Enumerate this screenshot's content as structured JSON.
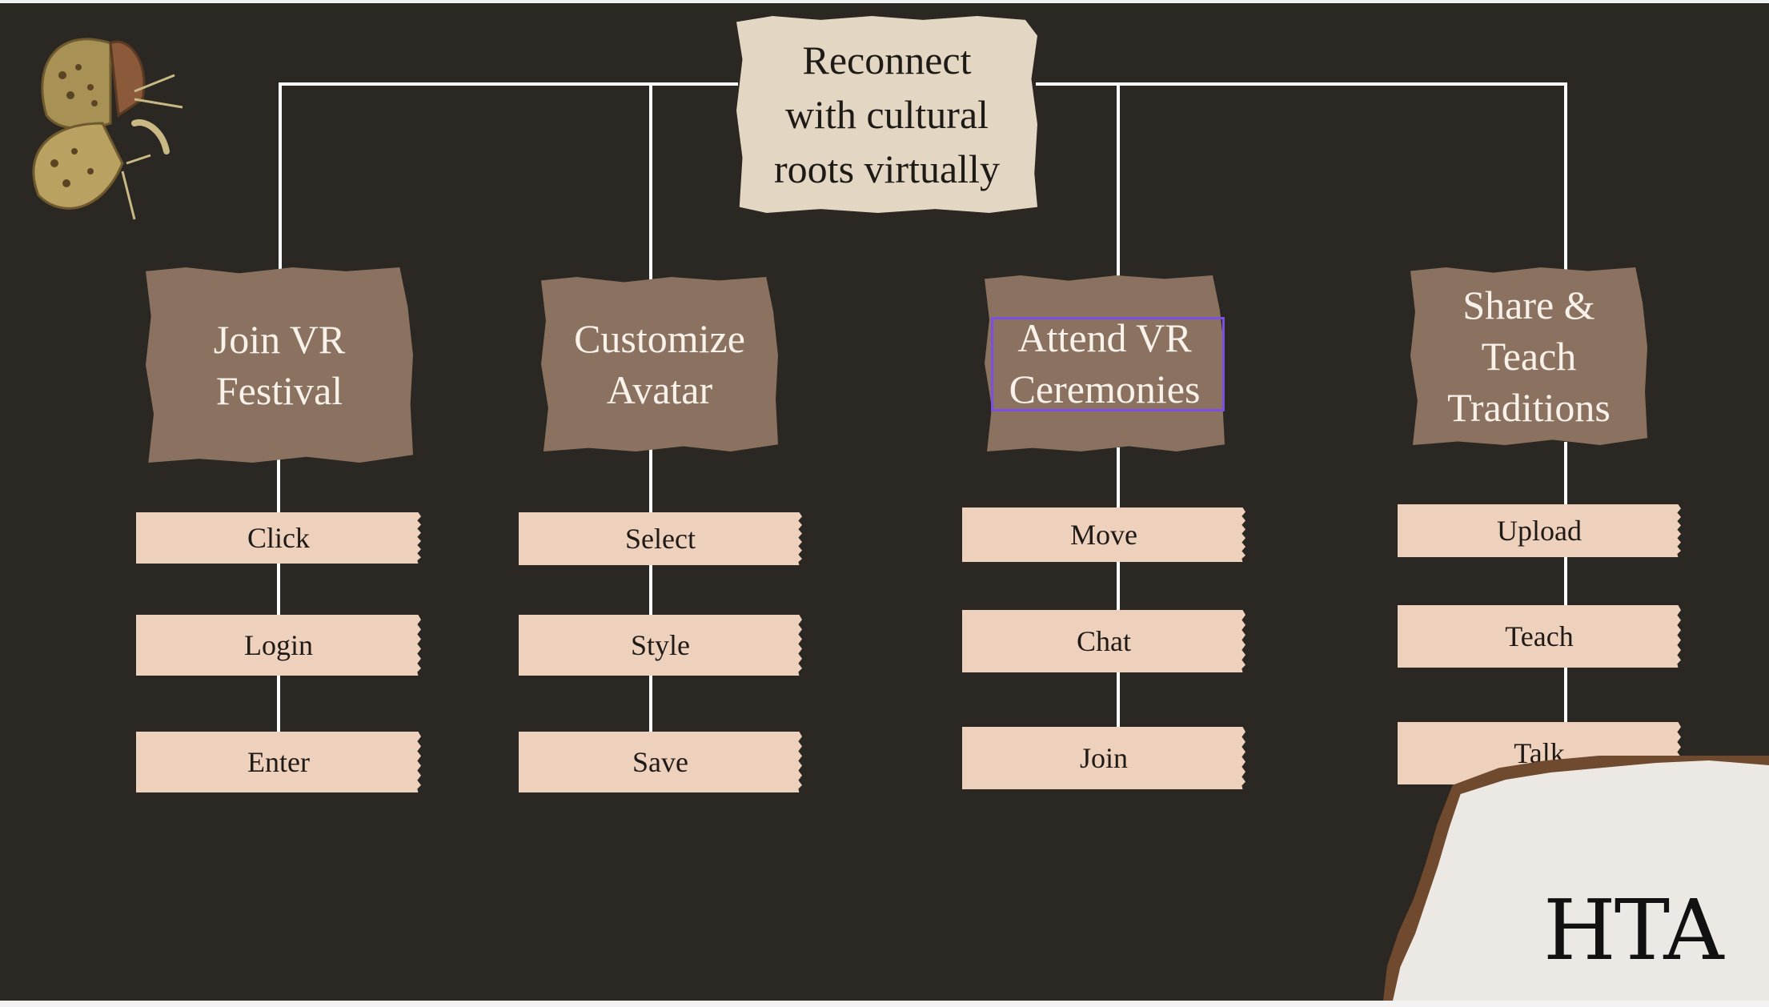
{
  "diagram": {
    "goal": "Reconnect\nwith cultural\nroots virtually",
    "tasks": [
      {
        "label": "Join VR\nFestival",
        "actions": [
          "Click",
          "Login",
          "Enter"
        ]
      },
      {
        "label": "Customize\nAvatar",
        "actions": [
          "Select",
          "Style",
          "Save"
        ]
      },
      {
        "label": "Attend VR\nCeremonies",
        "actions": [
          "Move",
          "Chat",
          "Join"
        ],
        "selected": true
      },
      {
        "label": "Share &\nTeach\nTraditions",
        "actions": [
          "Upload",
          "Teach",
          "Talk"
        ]
      }
    ]
  },
  "logo": "HTA",
  "colors": {
    "background": "#2b2723",
    "goal_paper": "#e3d6c3",
    "task_paper": "#8b7260",
    "action_tape": "#eed1bd",
    "connector": "#ffffff",
    "selection": "#7b4fe0"
  },
  "icons": [
    "butterfly-icon"
  ]
}
